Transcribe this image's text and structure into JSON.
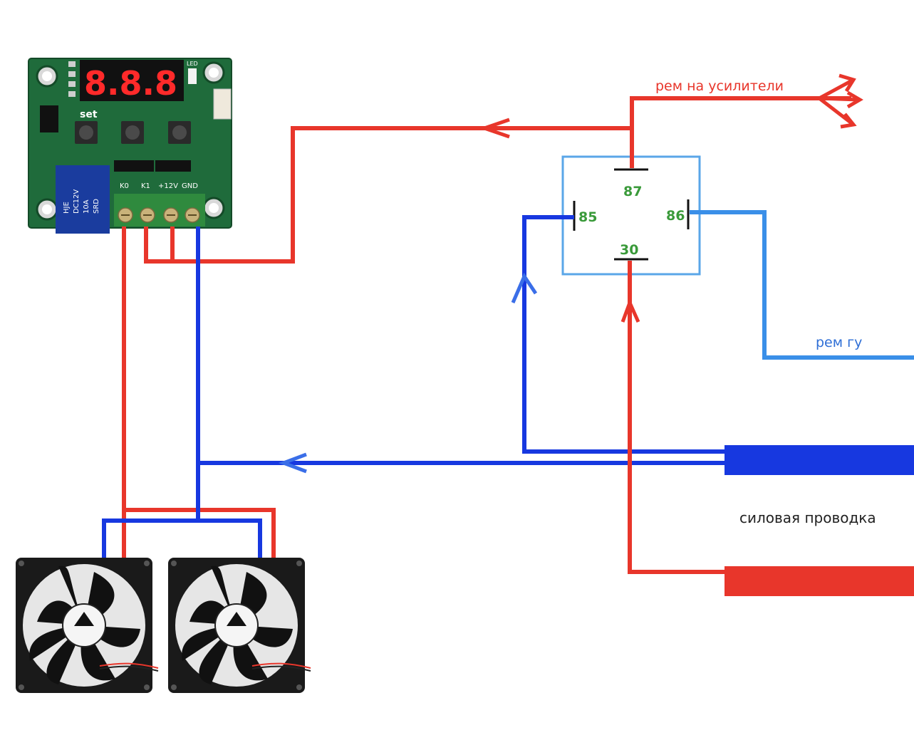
{
  "colors": {
    "red_wire": "#e8362b",
    "blue_wire": "#1738e0",
    "light_blue_wire": "#3a8fe8",
    "relay_box": "#5aa6e8",
    "pcb_green": "#1e6a3a",
    "pin_label_green": "#3a9a3a"
  },
  "thermostat": {
    "display": "8.8.8",
    "set_label": "set",
    "terminals": [
      "K0",
      "K1",
      "+12V",
      "GND"
    ],
    "relay_marking": [
      "HJE",
      "DC12V",
      "10A",
      "SRD"
    ],
    "led_label": "LED",
    "icon": "thermostat-board-icon"
  },
  "relay": {
    "pins": {
      "p87": "87",
      "p85": "85",
      "p86": "86",
      "p30": "30"
    }
  },
  "labels": {
    "amp_remote": "рем на усилители",
    "hu_remote": "рем гу",
    "power_wiring": "силовая проводка"
  },
  "fans": {
    "count": 2,
    "icon": "cooling-fan-icon"
  }
}
